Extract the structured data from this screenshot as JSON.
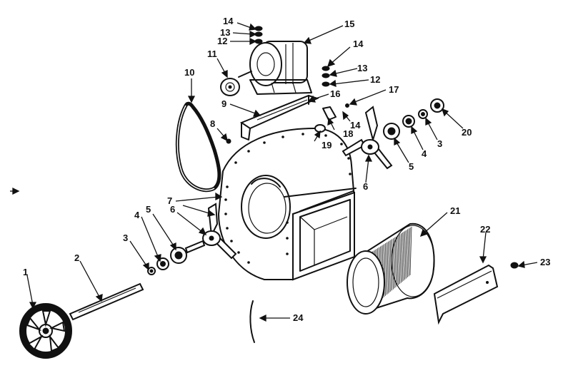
{
  "labels": {
    "p1": "1",
    "p2": "2",
    "p3a": "3",
    "p3b": "3",
    "p4a": "4",
    "p4b": "4",
    "p5a": "5",
    "p5b": "5",
    "p6a": "6",
    "p6b": "6",
    "p7": "7",
    "p8": "8",
    "p9": "9",
    "p10": "10",
    "p11": "11",
    "p12a": "12",
    "p12b": "12",
    "p13a": "13",
    "p13b": "13",
    "p14a": "14",
    "p14b": "14",
    "p14c": "14",
    "p15": "15",
    "p16": "16",
    "p17": "17",
    "p18": "18",
    "p19": "19",
    "p20": "20",
    "p21": "21",
    "p22": "22",
    "p23": "23",
    "p24": "24"
  }
}
